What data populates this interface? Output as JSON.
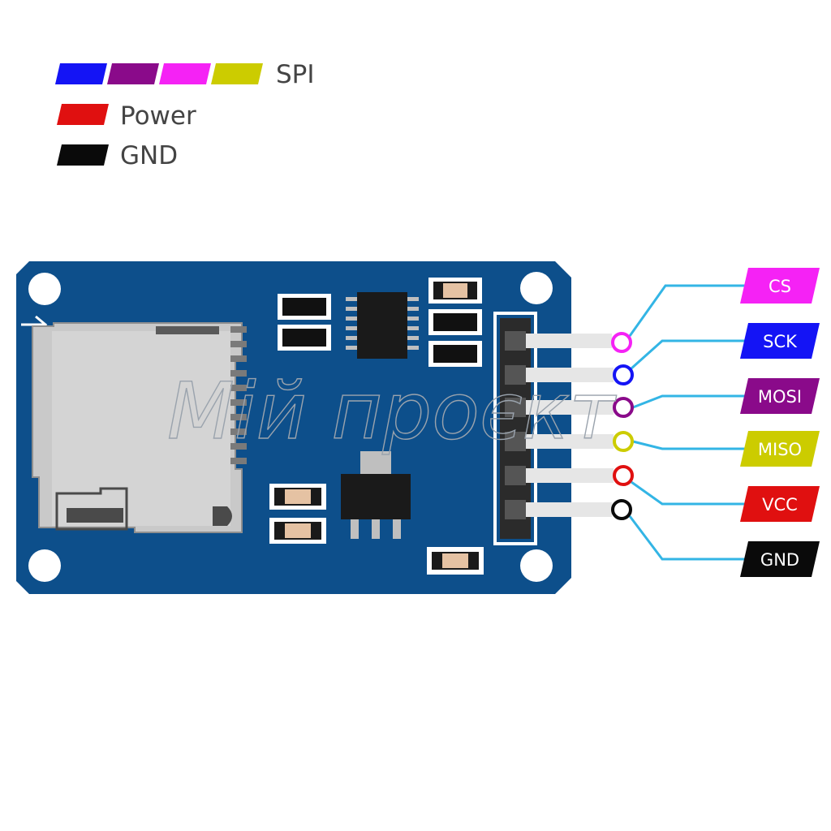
{
  "legend": [
    {
      "label": "SPI",
      "swatches": [
        "#1414f5",
        "#8a0a8a",
        "#f522f5",
        "#cccc00"
      ]
    },
    {
      "label": "Power",
      "swatches": [
        "#e01010"
      ]
    },
    {
      "label": "GND",
      "swatches": [
        "#0a0a0a"
      ]
    }
  ],
  "pins": [
    {
      "label": "CS",
      "color": "#f522f5"
    },
    {
      "label": "SCK",
      "color": "#1414f5"
    },
    {
      "label": "MOSI",
      "color": "#8a0a8a"
    },
    {
      "label": "MISO",
      "color": "#cccc00"
    },
    {
      "label": "VCC",
      "color": "#e01010"
    },
    {
      "label": "GND",
      "color": "#0a0a0a"
    }
  ],
  "wire_color": "#33b5e5",
  "board_color": "#0d4f8b",
  "watermark": "Мій проєкт"
}
